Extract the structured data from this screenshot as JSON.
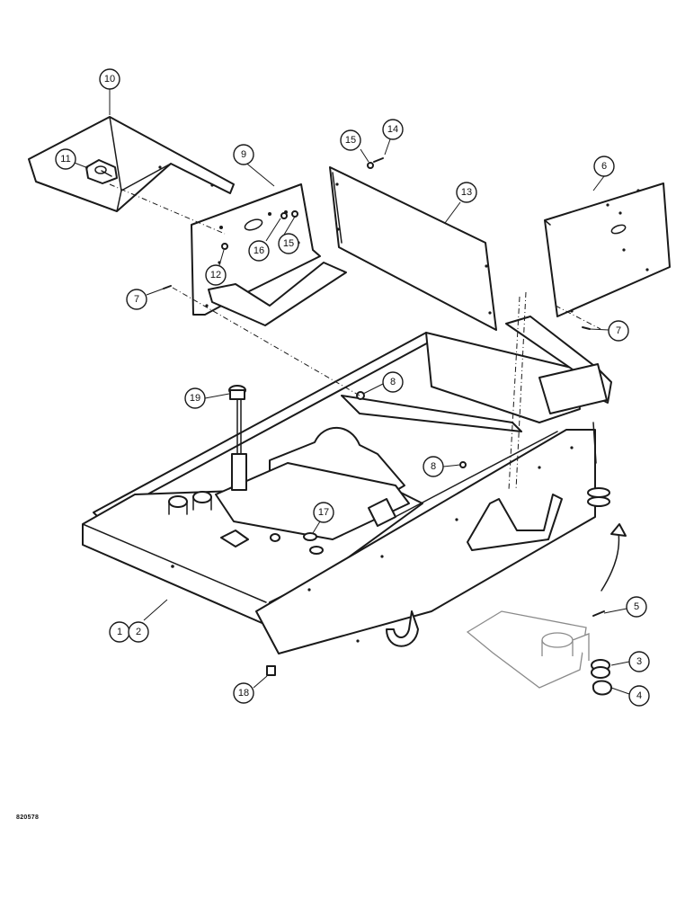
{
  "drawing_id": "820578",
  "callouts": {
    "c10": "10",
    "c11": "11",
    "c9": "9",
    "c15a": "15",
    "c14": "14",
    "c13": "13",
    "c6": "6",
    "c16": "16",
    "c15b": "15",
    "c12": "12",
    "c7a": "7",
    "c7b": "7",
    "c8a": "8",
    "c19": "19",
    "c8b": "8",
    "c17": "17",
    "c1": "1",
    "c2": "2",
    "c5": "5",
    "c3": "3",
    "c4": "4",
    "c18": "18"
  }
}
